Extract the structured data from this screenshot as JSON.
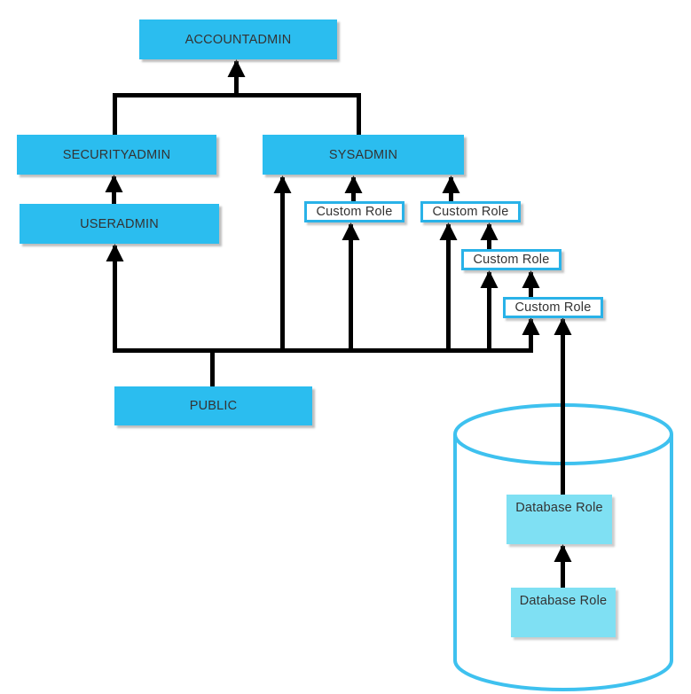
{
  "diagram": {
    "kind": "role-hierarchy",
    "system_roles": {
      "accountadmin": "ACCOUNTADMIN",
      "securityadmin": "SECURITYADMIN",
      "sysadmin": "SYSADMIN",
      "useradmin": "USERADMIN",
      "public": "PUBLIC"
    },
    "custom_roles": [
      {
        "label": "Custom Role"
      },
      {
        "label": "Custom Role"
      },
      {
        "label": "Custom Role"
      },
      {
        "label": "Custom Role"
      }
    ],
    "database_roles": [
      {
        "label": "Database Role"
      },
      {
        "label": "Database Role"
      }
    ],
    "colors": {
      "system_role_fill": "#2BBDEF",
      "custom_role_border": "#29B2E8",
      "custom_role_fill": "#FFFFFF",
      "database_role_fill": "#7FE0F3",
      "database_cylinder_stroke": "#3EC1EF",
      "connector": "#000000",
      "label_text": "#333333",
      "background": "#FFFFFF"
    }
  }
}
